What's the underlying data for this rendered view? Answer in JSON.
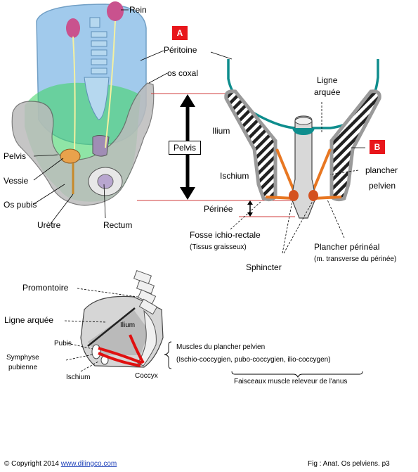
{
  "badges": {
    "a": "A",
    "b": "B"
  },
  "top_left": {
    "rein": "Rein",
    "peritoine": "Péritoine",
    "os_coxal": "os coxal",
    "pelvis": "Pelvis",
    "vessie": "Vessie",
    "os_pubis": "Os pubis",
    "uretre": "Urètre",
    "rectum": "Rectum"
  },
  "middle": {
    "pelvis_box": "Pelvis",
    "perinee": "Périnée"
  },
  "right": {
    "ligne_arquee_1": "Ligne",
    "ligne_arquee_2": "arquée",
    "ilium": "Ilium",
    "ischium": "Ischium",
    "plancher_pelvien_1": "plancher",
    "plancher_pelvien_2": "pelvien",
    "fosse": "Fosse ichio-rectale",
    "fosse_sub": "(Tissus graisseux)",
    "plancher_perineal": "Plancher périnéal",
    "plancher_perineal_sub": "(m. transverse du périnée)",
    "sphincter": "Sphincter"
  },
  "bottom": {
    "promontoire": "Promontoire",
    "ligne_arquee": "Ligne arquée",
    "ilium": "Ilium",
    "pubis": "Pubis",
    "symphyse_1": "Symphyse",
    "symphyse_2": "pubienne",
    "ischium": "Ischium",
    "coccyx": "Coccyx",
    "muscles_title": "Muscles du plancher pelvien",
    "muscles_list": "(Ischio-coccygien, pubo-coccygien, ilio-coccygen)",
    "faisceaux": "Faisceaux muscle releveur de l'anus"
  },
  "footer": {
    "copyright": "© Copyright 2014",
    "site": "www.dilingco.com",
    "fig": "Fig :  Anat. Os pelviens. p3"
  },
  "colors": {
    "badge": "#e8161b",
    "peritoneum": "#0e8d8d",
    "muscle": "#e87722",
    "red_muscle": "#e01010",
    "abdomen": "#9cc8ec",
    "green": "#44d36a"
  }
}
